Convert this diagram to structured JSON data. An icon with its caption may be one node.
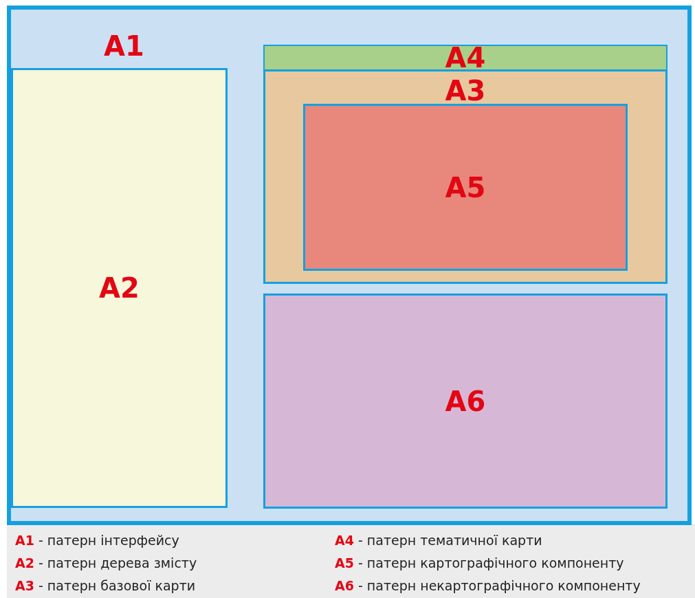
{
  "diagram": {
    "nodes": [
      {
        "text": [
          "A1"
        ]
      },
      {
        "text": [
          "A2"
        ],
        "in": 0
      },
      {
        "text": [
          "A4"
        ],
        "in": 0
      },
      {
        "text": [
          "A3"
        ],
        "in": 0
      },
      {
        "text": [
          "A5"
        ],
        "in": 3
      },
      {
        "text": [
          "A6"
        ],
        "in": 0
      }
    ],
    "labels": [
      "**A1** - патерн інтерфейсу",
      "**A4** - патерн тематичної карти",
      "**A2** - патерн дерева змісту",
      "**A5** - патерн картографічного компоненту",
      "**A3** - патерн базової карти",
      "**A6** - патерн некартографічного компоненту"
    ]
  }
}
